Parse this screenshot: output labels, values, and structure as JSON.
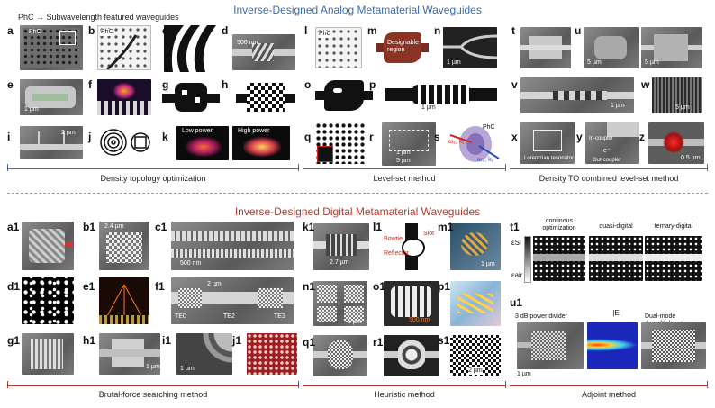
{
  "figure": {
    "analog_title": "Inverse-Designed Analog Metamaterial Waveguides",
    "digital_title": "Inverse-Designed Digital Metamaterial Waveguides",
    "phc_note": "PhC → Subwavelength featured waveguides",
    "sections": {
      "density": "Density topology optimization",
      "levelset": "Level-set method",
      "density_to": "Density TO combined level-set method",
      "brutal": "Brutal-force searching method",
      "heuristic": "Heuristic method",
      "adjoint": "Adjoint method"
    },
    "colors": {
      "analog": "#3c6db1",
      "digital": "#b43a2e",
      "accent_red": "#c8281d"
    },
    "panels": {
      "a": {
        "label": "a",
        "text": "PhC"
      },
      "b": {
        "label": "b",
        "text": "PhC"
      },
      "c": {
        "label": "c"
      },
      "d": {
        "label": "d",
        "scale": "500 nm"
      },
      "e": {
        "label": "e",
        "scale": "1 µm"
      },
      "f": {
        "label": "f"
      },
      "g": {
        "label": "g"
      },
      "h": {
        "label": "h"
      },
      "i": {
        "label": "i",
        "scale": "2 µm"
      },
      "j": {
        "label": "j"
      },
      "k": {
        "label": "k",
        "low": "Low power",
        "high": "High power"
      },
      "l": {
        "label": "l",
        "text": "PhC"
      },
      "m": {
        "label": "m",
        "text": "Designable region"
      },
      "n": {
        "label": "n",
        "scale": "1 µm"
      },
      "o": {
        "label": "o"
      },
      "p": {
        "label": "p",
        "scale": "1 µm"
      },
      "q": {
        "label": "q"
      },
      "r": {
        "label": "r",
        "scale1": "1 µm",
        "scale2": "5 µm"
      },
      "s": {
        "label": "s",
        "text": "PhC",
        "w1": "ω₁, k₁",
        "w2": "ω₂, k₂"
      },
      "t": {
        "label": "t"
      },
      "u": {
        "label": "u",
        "scale1": "5 µm",
        "scale2": "5 µm"
      },
      "v": {
        "label": "v",
        "scale": "1 µm"
      },
      "w": {
        "label": "w",
        "scale": "5 µm"
      },
      "x": {
        "label": "x",
        "text": "Lorentzian resonator"
      },
      "y": {
        "label": "y",
        "t1": "In-coupler",
        "t2": "Out-coupler",
        "t3": "e⁻"
      },
      "z": {
        "label": "z",
        "scale": "0.5 µm"
      },
      "a1": {
        "label": "a1"
      },
      "b1": {
        "label": "b1",
        "scale": "2.4 µm"
      },
      "c1": {
        "label": "c1",
        "scale": "500 nm"
      },
      "d1": {
        "label": "d1"
      },
      "e1": {
        "label": "e1"
      },
      "f1": {
        "label": "f1",
        "scale": "2 µm",
        "te0": "TE0",
        "te2": "TE2",
        "te3": "TE3"
      },
      "g1": {
        "label": "g1"
      },
      "h1": {
        "label": "h1",
        "scale": "1 µm"
      },
      "i1": {
        "label": "i1",
        "scale": "1 µm"
      },
      "j1": {
        "label": "j1"
      },
      "k1": {
        "label": "k1",
        "scale": "2.7 µm"
      },
      "l1": {
        "label": "l1",
        "bowtie": "Bowtie",
        "slot": "Slot",
        "reflector": "Reflector"
      },
      "m1": {
        "label": "m1",
        "scale": "1 µm"
      },
      "n1": {
        "label": "n1",
        "scale": "1 µm"
      },
      "o1": {
        "label": "o1",
        "scale": "500 nm"
      },
      "p1": {
        "label": "p1"
      },
      "q1": {
        "label": "q1"
      },
      "r1": {
        "label": "r1"
      },
      "s1": {
        "label": "s1",
        "scale": "2 µm"
      },
      "t1": {
        "label": "t1",
        "h1": "continous optimization",
        "h2": "quasi-digital",
        "h3": "ternary-digital",
        "esi": "εSi",
        "eair": "εair"
      },
      "u1": {
        "label": "u1",
        "h1": "3 dB power divider",
        "h2": "|E|",
        "h3": "Dual-mode demultiplexer",
        "scale": "1 µm"
      }
    }
  }
}
